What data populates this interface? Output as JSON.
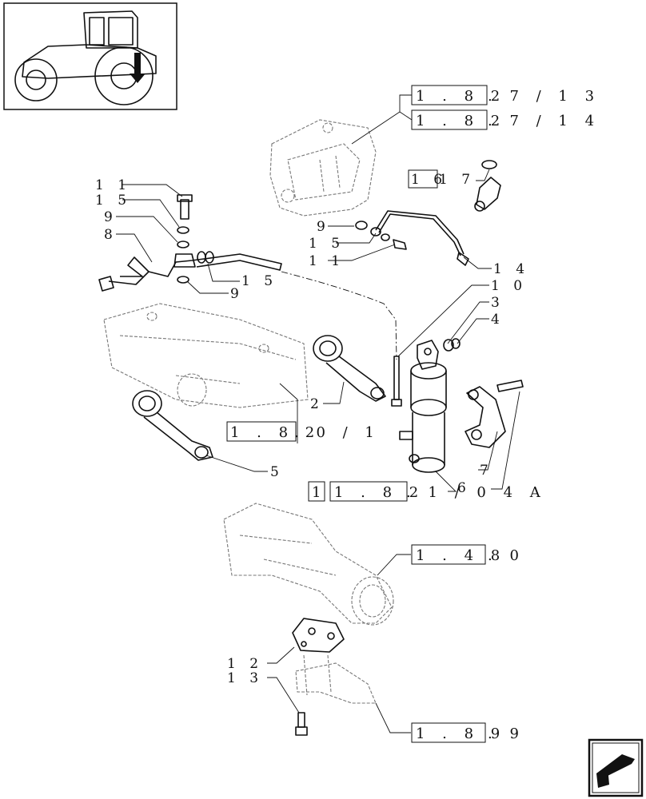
{
  "callouts": {
    "c11a": "1 1",
    "c15a": "1 5",
    "c9a": "9",
    "c8": "8",
    "c15b": "1 5",
    "c9b": "9",
    "c9c": "9",
    "c15c": "1 5",
    "c11b": "1 1",
    "c14": "1 4",
    "c10": "1 0",
    "c3": "3",
    "c4": "4",
    "c2": "2",
    "c5": "5",
    "c7": "7",
    "c6": "6",
    "c12": "1 2",
    "c13": "1 3",
    "c1617a": "1 6",
    "c1617b": "1 7"
  },
  "references": {
    "r1": {
      "boxed": "1 . 8 2",
      "rest": ". 7 / 1 3"
    },
    "r2": {
      "boxed": "1 . 8 2",
      "rest": ". 7 / 1 4"
    },
    "r3": {
      "boxed": "1 . 8 2",
      "rest": ". 0 / 1"
    },
    "r4": {
      "prefix": "1",
      "boxed": "1 . 8 2",
      "rest": ". 1 / 0 4 A"
    },
    "r5": {
      "boxed": "1 . 4 8",
      "rest": ". 0"
    },
    "r6": {
      "boxed": "1 . 8 9",
      "rest": ". 9"
    }
  },
  "icons": {
    "thumbnail": "tractor-thumbnail-icon",
    "nav": "next-page-arrow-icon"
  }
}
